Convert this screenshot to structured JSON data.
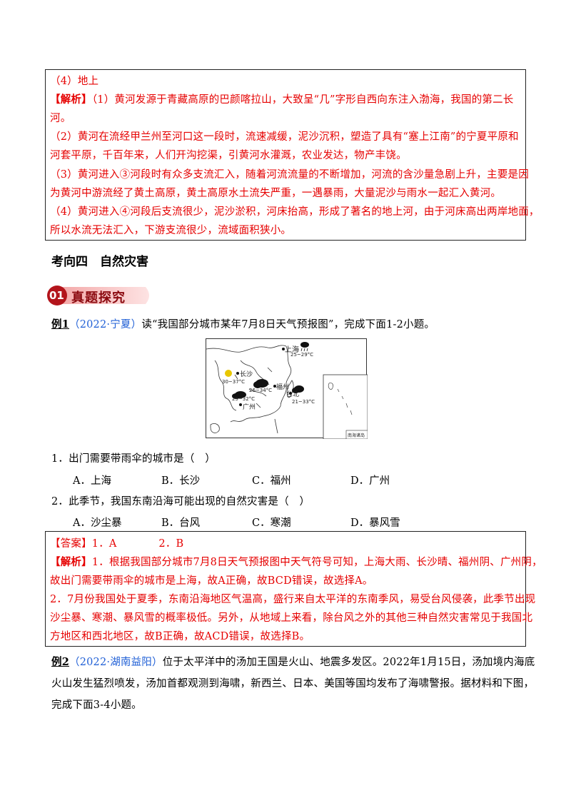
{
  "box1": {
    "item4": "（4）地上",
    "analysis_tag": "【解析】",
    "p1a": "（1）黄河发源于青藏高原的巴颜喀拉山，大致呈“几”字形自西向东注入渤海，我国的第二长",
    "p1b": "河。",
    "p2a": "（2）黄河在流经甲兰州至河口这一段时，流速减缓，泥沙沉积，塑造了具有“塞上江南”的宁夏平原和",
    "p2b": "河套平原，千百年来，人们开沟挖渠，引黄河水灌溉，农业发达，物产丰饶。",
    "p3a": "（3）黄河进入③河段时有众多支流汇入，随着河流流量的不断增加，河流的含沙量急剧上升，主要是因",
    "p3b": "为黄河中游流经了黄土高原，黄土高原水土流失严重，一遇暴雨，大量泥沙与雨水一起汇入黄河。",
    "p4a": "（4）黄河进入④河段后支流很少，泥沙淤积，河床抬高，形成了著名的地上河，由于河床高出两岸地面，",
    "p4b": "所以水流无法汇入，下游支流很少，流域面积狭小。"
  },
  "section_title": "考向四　自然灾害",
  "banner": {
    "num": "01",
    "text": "真题探究"
  },
  "ex1": {
    "label": "例1",
    "source": "（2022·宁夏）",
    "stem": "读“我国部分城市某年7月8日天气预报图”，完成下面1-2小题。",
    "map": {
      "shanghai": "上海",
      "shanghai_t": "25~29°C",
      "changsha": "长沙",
      "changsha_t": "30~37°C",
      "fuzhou": "福州",
      "fuzhou_t": "26~34°C",
      "taibei": "台北",
      "taibei_t": "21~33°C",
      "guangzhou": "广州",
      "guangzhou_t": "25~32°C",
      "inset": "南海诸岛"
    },
    "q1": "1．出门需要带雨伞的城市是（　）",
    "q1_opts": [
      "A．上海",
      "B．长沙",
      "C．福州",
      "D．广州"
    ],
    "q2": "2．此季节，我国东南沿海可能出现的自然灾害是（　）",
    "q2_opts": [
      "A．沙尘暴",
      "B．台风",
      "C．寒潮",
      "D．暴风雪"
    ]
  },
  "box2": {
    "answer": "【答案】1．A　　　　2．B",
    "analysis_tag": "【解析】",
    "a1a": "1．根据我国部分城市7月8日天气预报图中天气符号可知，上海大雨、长沙晴、福州阴、广州阴，",
    "a1b": "故出门需要带雨伞的城市是上海，故A正确，故BCD错误，故选择A。",
    "a2a": "2．7月份我国处于夏季，东南沿海地区气温高，盛行来自太平洋的东南季风，易受台风侵袭，此季节出现",
    "a2b": "沙尘暴、寒潮、暴风雪的概率极低。另外，从地域上来看，除台风之外的其他三种自然灾害常见于我国北",
    "a2c": "方地区和西北地区，故B正确，故ACD错误，故选择B。"
  },
  "ex2": {
    "label": "例2",
    "source": "（2022·湖南益阳）",
    "l1": "位于太平洋中的汤加王国是火山、地震多发区。2022年1月15日，汤加境内海底",
    "l2": "火山发生猛烈喷发，汤加首都观测到海啸，新西兰、日本、美国等国均发布了海啸警报。据材料和下图，",
    "l3": "完成下面3-4小题。"
  }
}
